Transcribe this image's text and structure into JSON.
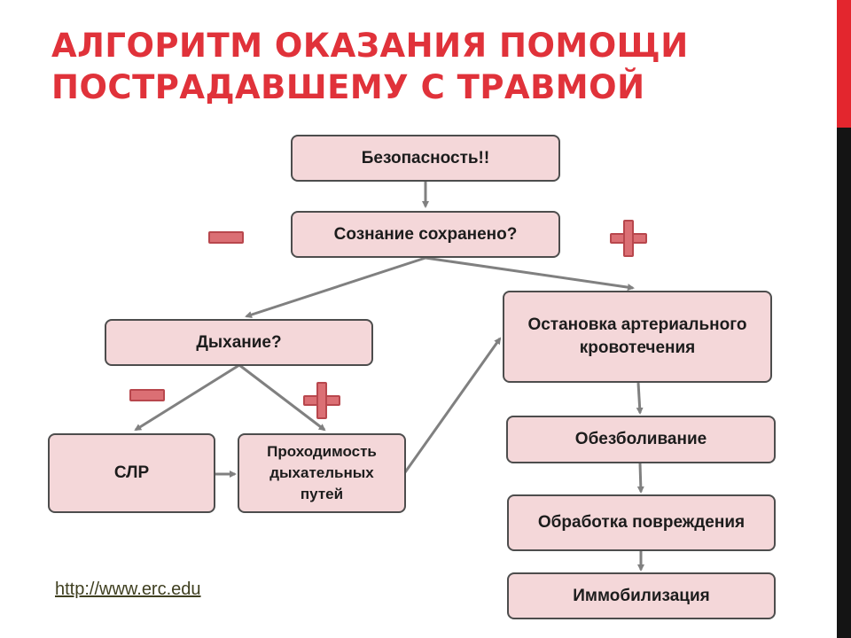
{
  "title": {
    "line1": "АЛГОРИТМ ОКАЗАНИЯ ПОМОЩИ",
    "line2": "ПОСТРАДАВШЕМУ С ТРАВМОЙ"
  },
  "nodes": {
    "safety": "Безопасность!!",
    "consciousness": "Сознание сохранено?",
    "breathing": "Дыхание?",
    "bleeding_stop": "Остановка артериального кровотечения",
    "cpr": "СЛР",
    "airway": "Проходимость дыхательных путей",
    "pain_relief": "Обезболивание",
    "wound_care": "Обработка повреждения",
    "immobilization": "Иммобилизация"
  },
  "link": {
    "text": "http://www.erc.edu"
  },
  "colors": {
    "accent": "#e0323a",
    "box_fill": "#f4d7d9",
    "box_border": "#4d4d4d",
    "arrow": "#808080",
    "sign_fill": "#db6f74"
  },
  "icons": {
    "minus": "minus-sign-icon",
    "plus": "plus-sign-icon"
  }
}
